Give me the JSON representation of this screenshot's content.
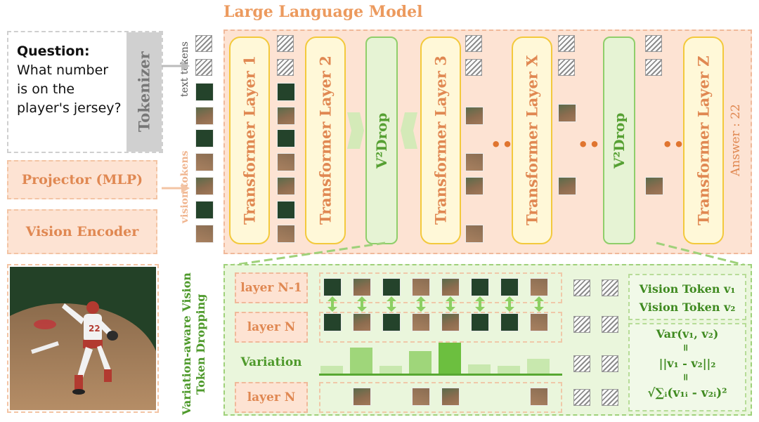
{
  "title": "Large Language Model",
  "question": {
    "label": "Question:",
    "text": "What number is on the player's jersey?"
  },
  "tokenizer": "Tokenizer",
  "projector": "Projector (MLP)",
  "vision_encoder": "Vision  Encoder",
  "text_tokens_label": "text tokens",
  "vision_tokens_label": "vision tokens",
  "layers": {
    "l1": "Transformer Layer 1",
    "l2": "Transformer Layer 2",
    "l3": "Transformer Layer 3",
    "lx": "Transformer Layer X",
    "lz": "Transformer Layer Z"
  },
  "v2drop": "V²Drop",
  "dots": "•••",
  "answer": "Answer : 22",
  "bottom": {
    "side_title_1": "Variation-aware Vision",
    "side_title_2": "Token Dropping",
    "row1": "layer N-1",
    "row2": "layer N",
    "row3": "Variation",
    "row4": "layer N",
    "bar_values": [
      0.25,
      0.85,
      0.25,
      0.72,
      1.0,
      0.3,
      0.25,
      0.48
    ],
    "kept_after": [
      false,
      true,
      false,
      true,
      true,
      false,
      false,
      true
    ],
    "vt1": "Vision Token v₁",
    "vt2": "Vision Token v₂",
    "f1": "Var(v₁, v₂)",
    "eq": "=",
    "f2": "||v₁ - v₂||₂",
    "f3": "√∑ᵢ(v₁ᵢ - v₂ᵢ)²"
  },
  "colors": {
    "orange": "#e08852",
    "green": "#56a033",
    "peach_bg": "#fde3d3",
    "green_bg": "#eaf6dc",
    "yellow_border": "#f3c93c"
  }
}
